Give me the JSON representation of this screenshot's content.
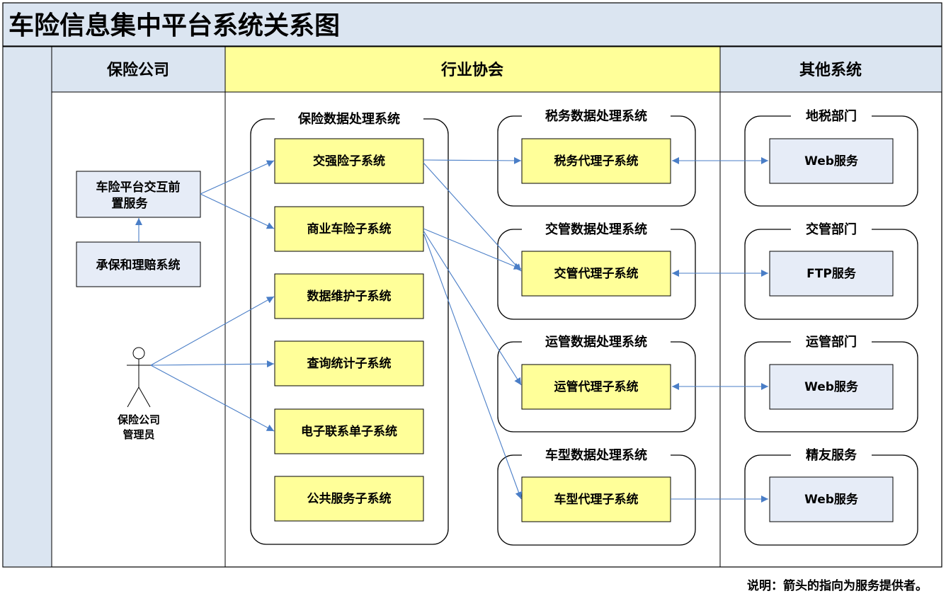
{
  "title": "车险信息集中平台系统关系图",
  "lanes": {
    "insurer": "保险公司",
    "association": "行业协会",
    "others": "其他系统"
  },
  "insurer": {
    "front_service_line1": "车险平台交互前",
    "front_service_line2": "置服务",
    "underwriting": "承保和理赔系统",
    "actor_line1": "保险公司",
    "actor_line2": "管理员"
  },
  "insurance_data_system": {
    "label": "保险数据处理系统",
    "subsystems": [
      "交强险子系统",
      "商业车险子系统",
      "数据维护子系统",
      "查询统计子系统",
      "电子联系单子系统",
      "公共服务子系统"
    ]
  },
  "processing_groups": [
    {
      "label": "税务数据处理系统",
      "agent": "税务代理子系统"
    },
    {
      "label": "交管数据处理系统",
      "agent": "交管代理子系统"
    },
    {
      "label": "运管数据处理系统",
      "agent": "运管代理子系统"
    },
    {
      "label": "车型数据处理系统",
      "agent": "车型代理子系统"
    }
  ],
  "external_groups": [
    {
      "label": "地税部门",
      "service": "Web服务"
    },
    {
      "label": "交管部门",
      "service": "FTP服务"
    },
    {
      "label": "运管部门",
      "service": "Web服务"
    },
    {
      "label": "精友服务",
      "service": "Web服务"
    }
  ],
  "note": "说明：箭头的指向为服务提供者。",
  "colors": {
    "header_bg": "#dbe5f1",
    "association_header_bg": "#ffff99",
    "subsystem_fill": "#ffff99",
    "service_fill": "#e6ecf7",
    "arrow": "#4a7ec7"
  }
}
